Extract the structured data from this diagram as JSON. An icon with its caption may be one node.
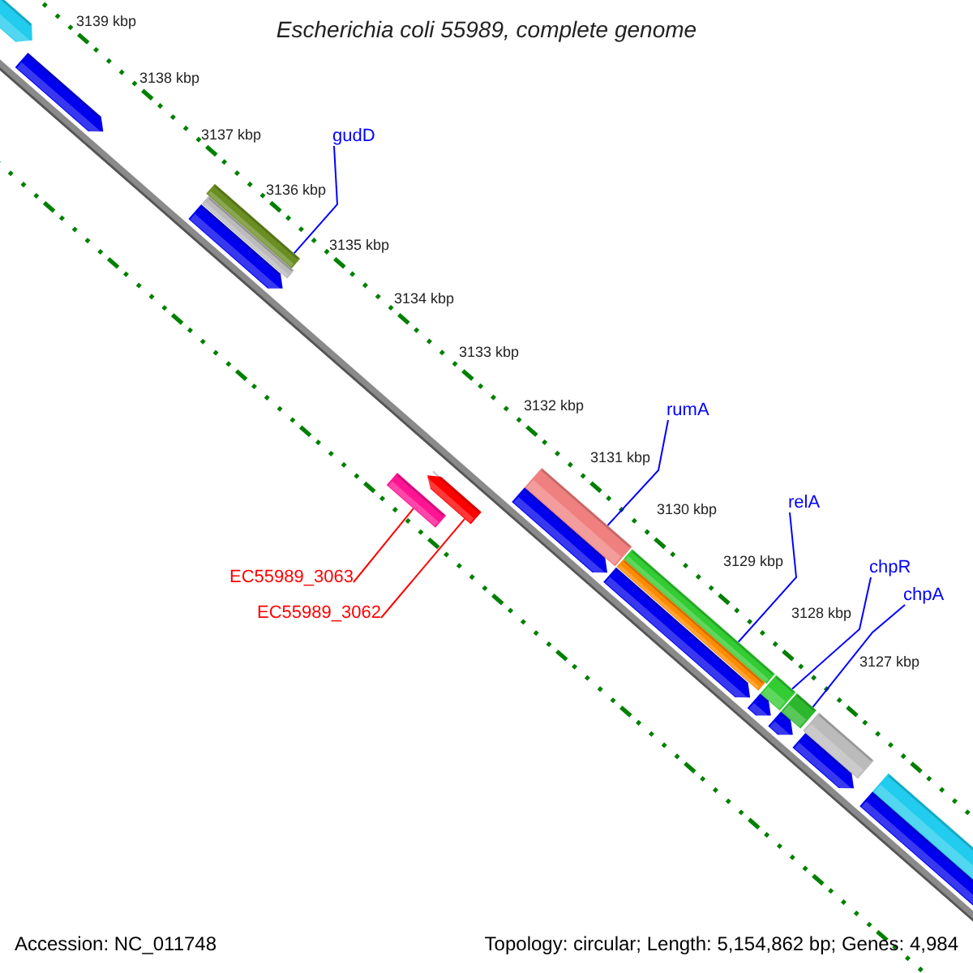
{
  "diagram": {
    "title": "Escherichia coli 55989, complete genome",
    "nodes": [
      {
        "text": [
          "gudD"
        ]
      },
      {
        "text": [],
        "shape": "bar"
      },
      {
        "text": [
          "rumA"
        ]
      },
      {
        "text": [],
        "shape": "bar"
      },
      {
        "text": [
          "relA"
        ]
      },
      {
        "text": [],
        "shape": "bar"
      },
      {
        "text": [
          "chpR"
        ]
      },
      {
        "text": [],
        "shape": "bar"
      },
      {
        "text": [
          "chpA"
        ]
      },
      {
        "text": [],
        "shape": "bar"
      },
      {
        "text": [
          "EC55989_3063"
        ]
      },
      {
        "text": [],
        "shape": "bar"
      },
      {
        "text": [
          "EC55989_3062"
        ]
      },
      {
        "text": [],
        "shape": "arrow"
      }
    ],
    "edges": [
      {
        "from": 0,
        "to": 1,
        "arrow": "none"
      },
      {
        "from": 2,
        "to": 3,
        "arrow": "none"
      },
      {
        "from": 4,
        "to": 5,
        "arrow": "none"
      },
      {
        "from": 6,
        "to": 7,
        "arrow": "none"
      },
      {
        "from": 8,
        "to": 9,
        "arrow": "none"
      },
      {
        "from": 10,
        "to": 11,
        "arrow": "none",
        "color": "#ff0000"
      },
      {
        "from": 12,
        "to": 13,
        "arrow": "none",
        "color": "#ff0000"
      }
    ],
    "labels": [
      "3139 kbp",
      "3138 kbp",
      "3137 kbp",
      "3136 kbp",
      "3135 kbp",
      "3134 kbp",
      "3133 kbp",
      "3132 kbp",
      "3131 kbp",
      "3130 kbp",
      "3129 kbp",
      "3128 kbp",
      "3127 kbp",
      "Accession: NC_011748",
      "Topology: circular; Length: 5,154,862 bp; Genes: 4,984"
    ]
  }
}
